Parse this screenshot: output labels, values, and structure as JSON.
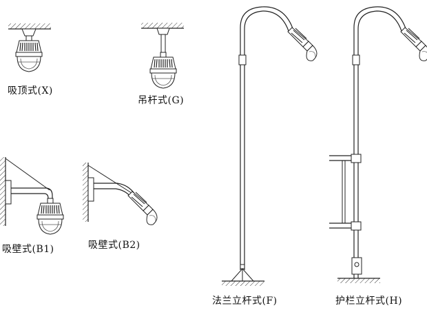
{
  "labels": {
    "ceiling": "吸顶式(X)",
    "pendant": "吊杆式(G)",
    "wall_b1": "吸壁式(B1)",
    "wall_b2": "吸壁式(B2)",
    "flange_pole": "法兰立杆式(F)",
    "rail_pole": "护栏立杆式(H)"
  }
}
